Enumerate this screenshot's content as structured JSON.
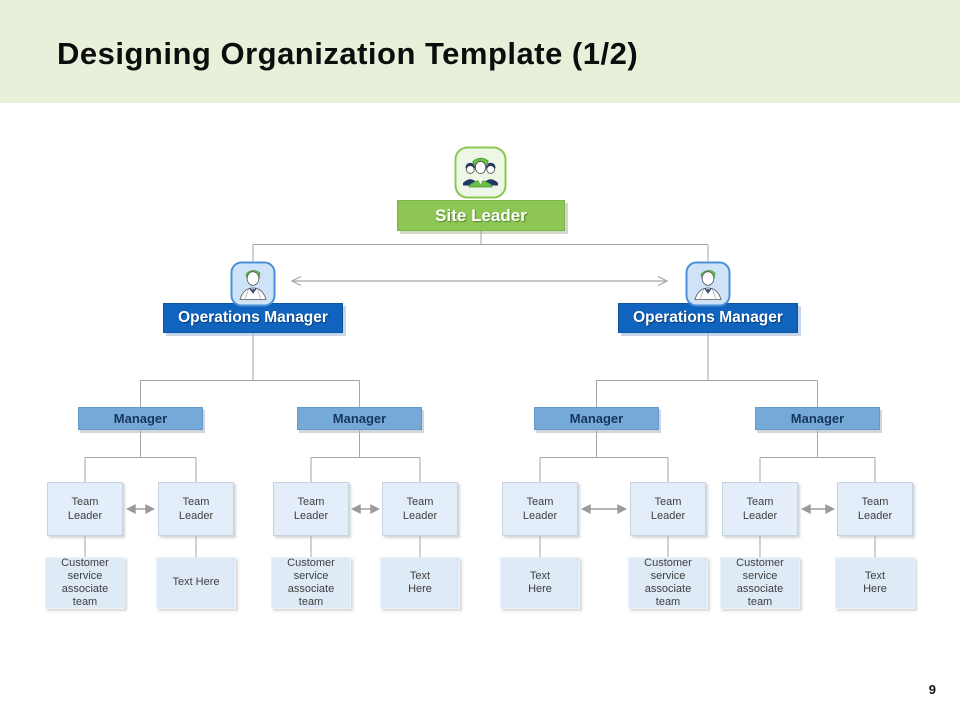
{
  "slide": {
    "title": "Designing Organization Template (1/2)",
    "page_number": "9"
  },
  "org_chart": {
    "site_leader": {
      "label": "Site Leader",
      "icon": "team-group-icon"
    },
    "operations_managers": [
      {
        "label": "Operations Manager",
        "icon": "person-icon"
      },
      {
        "label": "Operations Manager",
        "icon": "person-icon"
      }
    ],
    "managers": [
      {
        "label": "Manager"
      },
      {
        "label": "Manager"
      },
      {
        "label": "Manager"
      },
      {
        "label": "Manager"
      }
    ],
    "team_leaders": [
      {
        "label": "Team Leader"
      },
      {
        "label": "Team Leader"
      },
      {
        "label": "Team Leader"
      },
      {
        "label": "Team Leader"
      },
      {
        "label": "Team Leader"
      },
      {
        "label": "Team Leader"
      },
      {
        "label": "Team Leader"
      },
      {
        "label": "Team Leader"
      }
    ],
    "teams": [
      {
        "label": "Customer service associate team"
      },
      {
        "label": "Text Here"
      },
      {
        "label": "Customer service associate team"
      },
      {
        "label": "Text Here"
      },
      {
        "label": "Text Here"
      },
      {
        "label": "Customer service associate team"
      },
      {
        "label": "Customer service associate team"
      },
      {
        "label": "Text Here"
      }
    ]
  },
  "colors": {
    "header_background": "#e7f1d9",
    "site_leader_fill": "#8dc653",
    "operations_manager_fill": "#1164bd",
    "manager_fill": "#74a9d8",
    "team_leader_fill": "#e3eefa",
    "team_fill": "#dfeaf7",
    "connector_gray": "#a6a6a6",
    "icon_green": "#6abf4b",
    "icon_navy": "#1f3864"
  }
}
